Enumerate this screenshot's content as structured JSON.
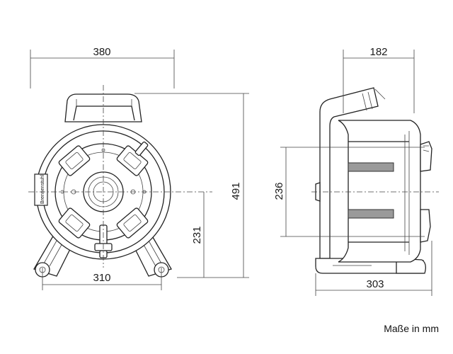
{
  "dimensions": {
    "front_width": "380",
    "front_height": "491",
    "front_axle_height": "231",
    "front_base_width": "310",
    "side_depth": "182",
    "side_drum": "236",
    "side_base": "303"
  },
  "brand_label": "Brennenstuhl",
  "units_note": "Maße in mm"
}
